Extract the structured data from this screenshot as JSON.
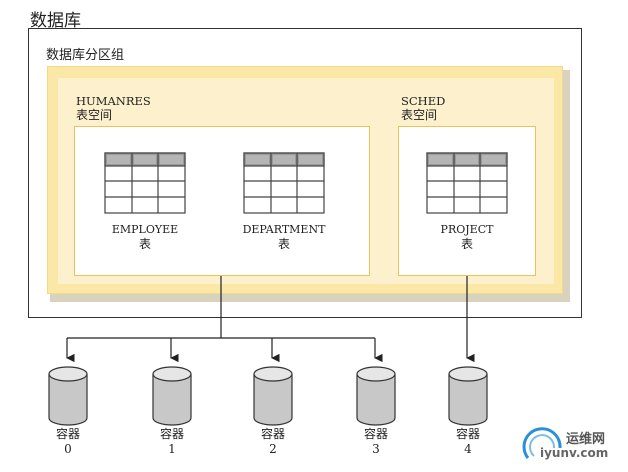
{
  "database": {
    "title": "数据库"
  },
  "partition_group": {
    "title": "数据库分区组"
  },
  "tablespaces": [
    {
      "name": "HUMANRES",
      "kind": "表空间",
      "tables": [
        {
          "name": "EMPLOYEE",
          "kind": "表"
        },
        {
          "name": "DEPARTMENT",
          "kind": "表"
        }
      ]
    },
    {
      "name": "SCHED",
      "kind": "表空间",
      "tables": [
        {
          "name": "PROJECT",
          "kind": "表"
        }
      ]
    }
  ],
  "containers": [
    {
      "label": "容器",
      "number": "0"
    },
    {
      "label": "容器",
      "number": "1"
    },
    {
      "label": "容器",
      "number": "2"
    },
    {
      "label": "容器",
      "number": "3"
    },
    {
      "label": "容器",
      "number": "4"
    }
  ],
  "watermark": {
    "text_cn": "运维网",
    "text_en": "iyunv.com"
  },
  "colors": {
    "partition_group_fill": "#fbe7a6",
    "tablespace_border": "#e8c25e",
    "table_header": "#9a9a9a",
    "cylinder": "#c8c8c8"
  }
}
